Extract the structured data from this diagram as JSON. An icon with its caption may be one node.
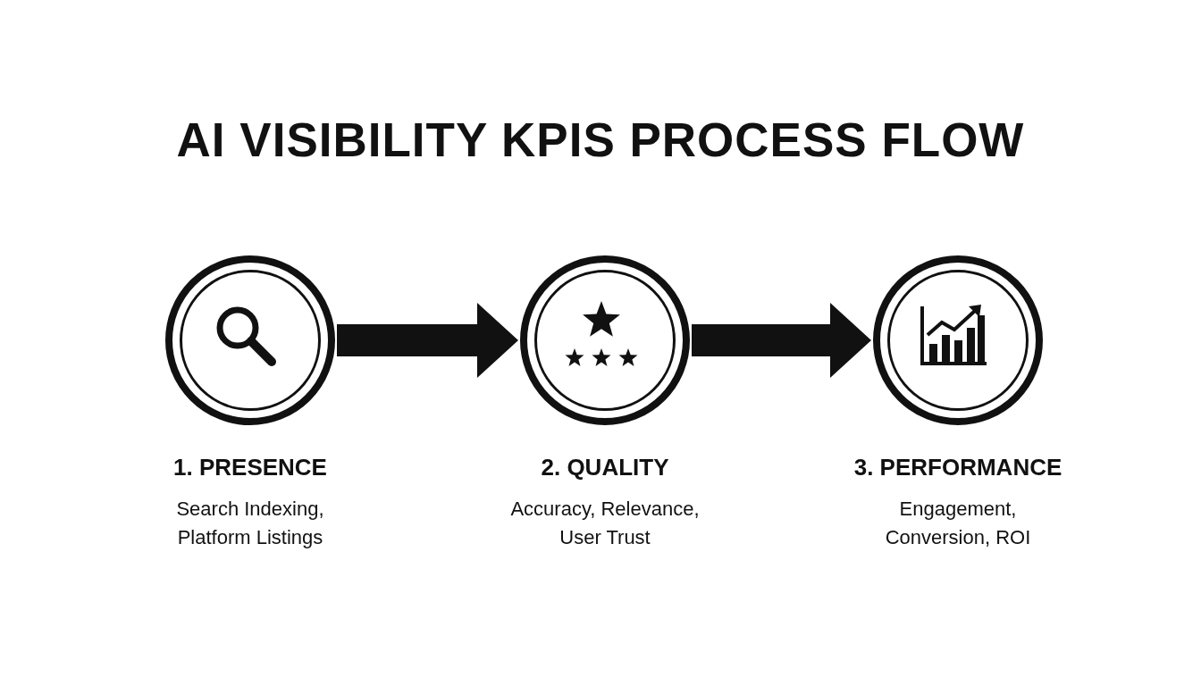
{
  "diagram": {
    "title": "AI VISIBILITY KPIS PROCESS FLOW",
    "nodes": [
      {
        "text": [
          "1. PRESENCE",
          "Search Indexing, Platform Listings"
        ]
      },
      {
        "text": [
          "2. QUALITY",
          "Accuracy, Relevance, User Trust"
        ]
      },
      {
        "text": [
          "3. PERFORMANCE",
          "Engagement, Conversion, ROI"
        ]
      }
    ],
    "edges": [
      {
        "from": 0,
        "to": 1,
        "arrow": "to"
      },
      {
        "from": 1,
        "to": 2,
        "arrow": "to"
      }
    ]
  }
}
